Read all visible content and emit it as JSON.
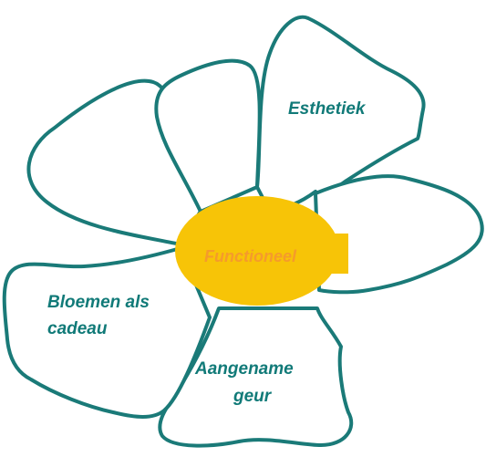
{
  "flower": {
    "center": {
      "label": "Functioneel",
      "fill_color": "#f7c407",
      "text_color": "#f59b2b"
    },
    "outline_color": "#1a7a78",
    "petals": [
      {
        "id": "esthetiek",
        "lines": [
          "Esthetiek"
        ]
      },
      {
        "id": "bloemen-als-cadeau",
        "lines": [
          "Bloemen als",
          "cadeau"
        ]
      },
      {
        "id": "aangename-geur",
        "lines": [
          "Aangename",
          "geur"
        ]
      }
    ]
  }
}
